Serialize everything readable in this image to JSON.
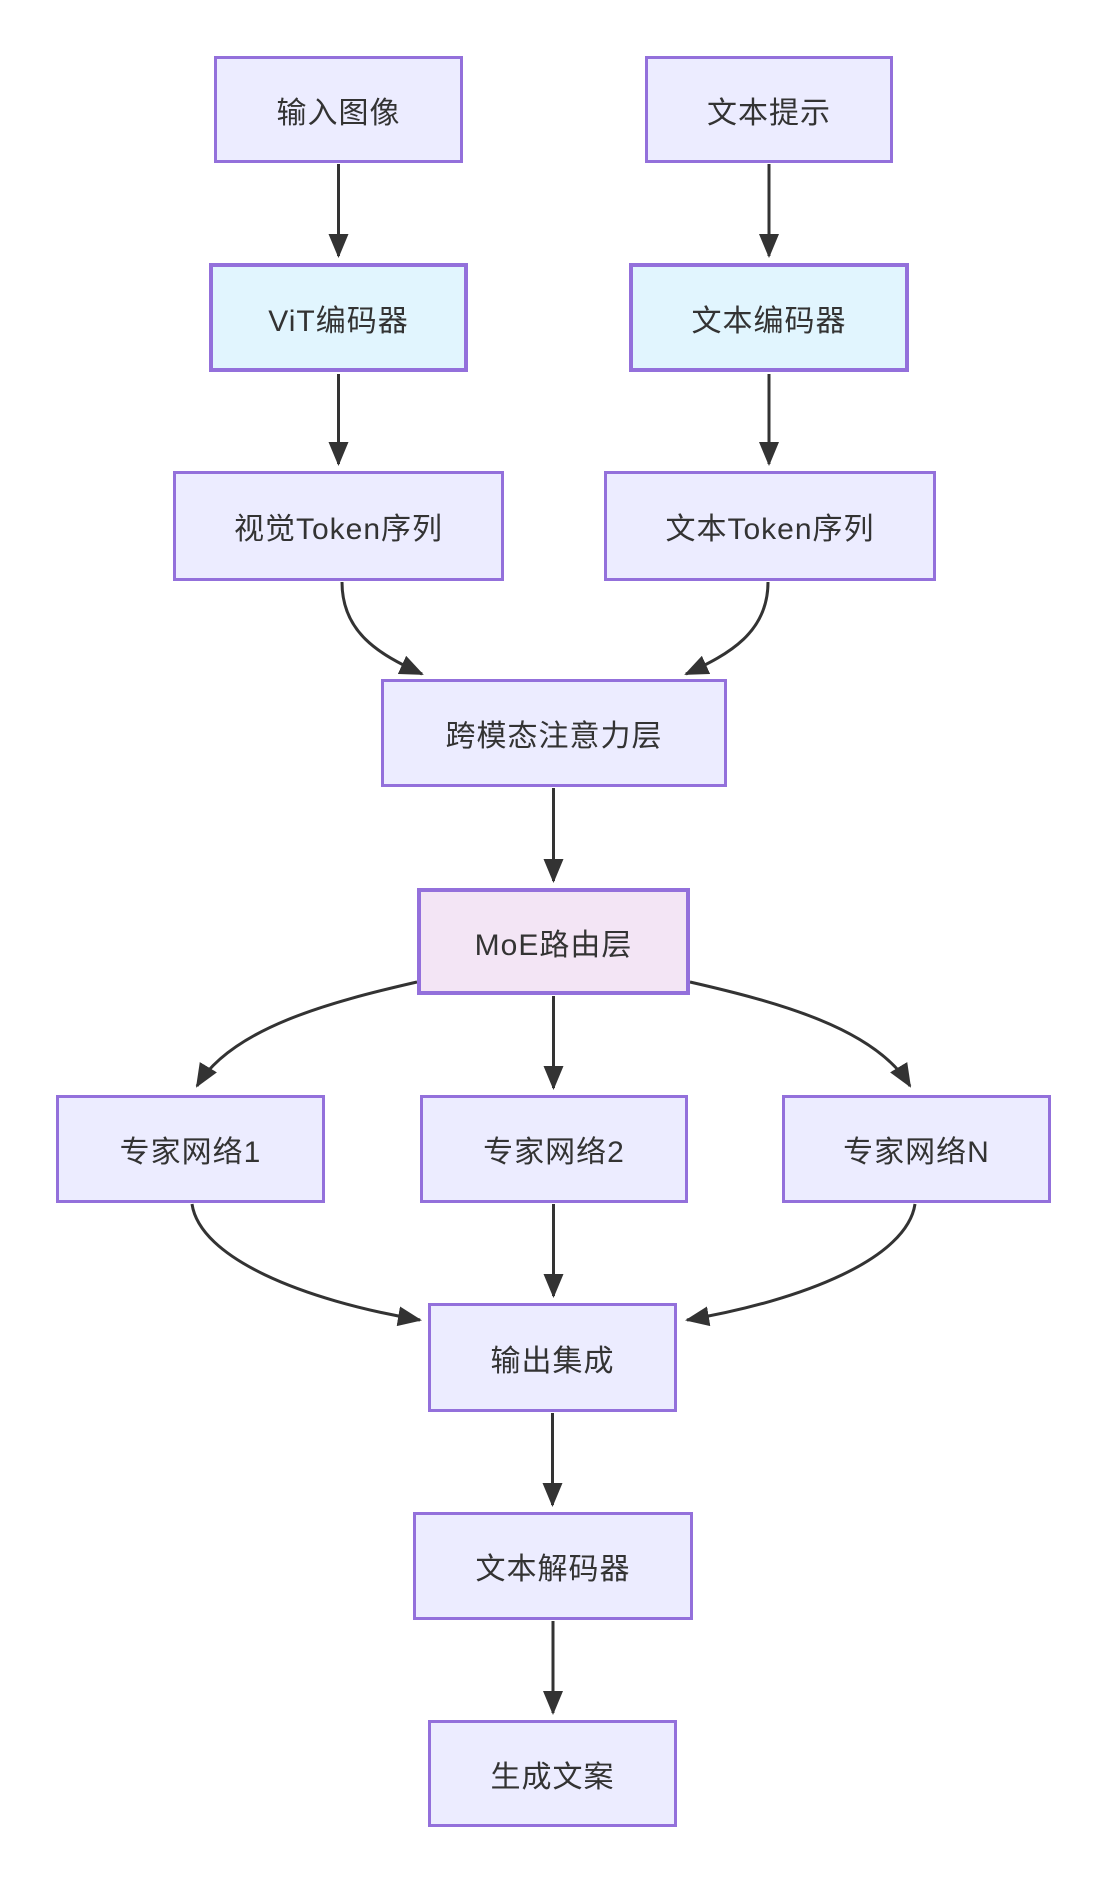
{
  "diagram": {
    "type": "flowchart",
    "direction": "top-down",
    "nodes": [
      {
        "id": "input-image",
        "label": "输入图像",
        "kind": "default"
      },
      {
        "id": "text-prompt",
        "label": "文本提示",
        "kind": "default"
      },
      {
        "id": "vit-encoder",
        "label": "ViT编码器",
        "kind": "encoder"
      },
      {
        "id": "text-encoder",
        "label": "文本编码器",
        "kind": "encoder"
      },
      {
        "id": "visual-tokens",
        "label": "视觉Token序列",
        "kind": "default"
      },
      {
        "id": "text-tokens",
        "label": "文本Token序列",
        "kind": "default"
      },
      {
        "id": "cross-attention",
        "label": "跨模态注意力层",
        "kind": "default"
      },
      {
        "id": "moe-router",
        "label": "MoE路由层",
        "kind": "router"
      },
      {
        "id": "expert-1",
        "label": "专家网络1",
        "kind": "default"
      },
      {
        "id": "expert-2",
        "label": "专家网络2",
        "kind": "default"
      },
      {
        "id": "expert-n",
        "label": "专家网络N",
        "kind": "default"
      },
      {
        "id": "output-ensemble",
        "label": "输出集成",
        "kind": "default"
      },
      {
        "id": "text-decoder",
        "label": "文本解码器",
        "kind": "default"
      },
      {
        "id": "generated-copy",
        "label": "生成文案",
        "kind": "default"
      }
    ],
    "edges": [
      {
        "from": "input-image",
        "to": "vit-encoder"
      },
      {
        "from": "text-prompt",
        "to": "text-encoder"
      },
      {
        "from": "vit-encoder",
        "to": "visual-tokens"
      },
      {
        "from": "text-encoder",
        "to": "text-tokens"
      },
      {
        "from": "visual-tokens",
        "to": "cross-attention"
      },
      {
        "from": "text-tokens",
        "to": "cross-attention"
      },
      {
        "from": "cross-attention",
        "to": "moe-router"
      },
      {
        "from": "moe-router",
        "to": "expert-1"
      },
      {
        "from": "moe-router",
        "to": "expert-2"
      },
      {
        "from": "moe-router",
        "to": "expert-n"
      },
      {
        "from": "expert-1",
        "to": "output-ensemble"
      },
      {
        "from": "expert-2",
        "to": "output-ensemble"
      },
      {
        "from": "expert-n",
        "to": "output-ensemble"
      },
      {
        "from": "output-ensemble",
        "to": "text-decoder"
      },
      {
        "from": "text-decoder",
        "to": "generated-copy"
      }
    ],
    "colors": {
      "node_fill": "#ECECFF",
      "node_border": "#9370DB",
      "encoder_fill": "#E1F5FE",
      "router_fill": "#F3E5F5",
      "edge": "#333333",
      "text": "#333333",
      "background": "#FFFFFF"
    }
  }
}
